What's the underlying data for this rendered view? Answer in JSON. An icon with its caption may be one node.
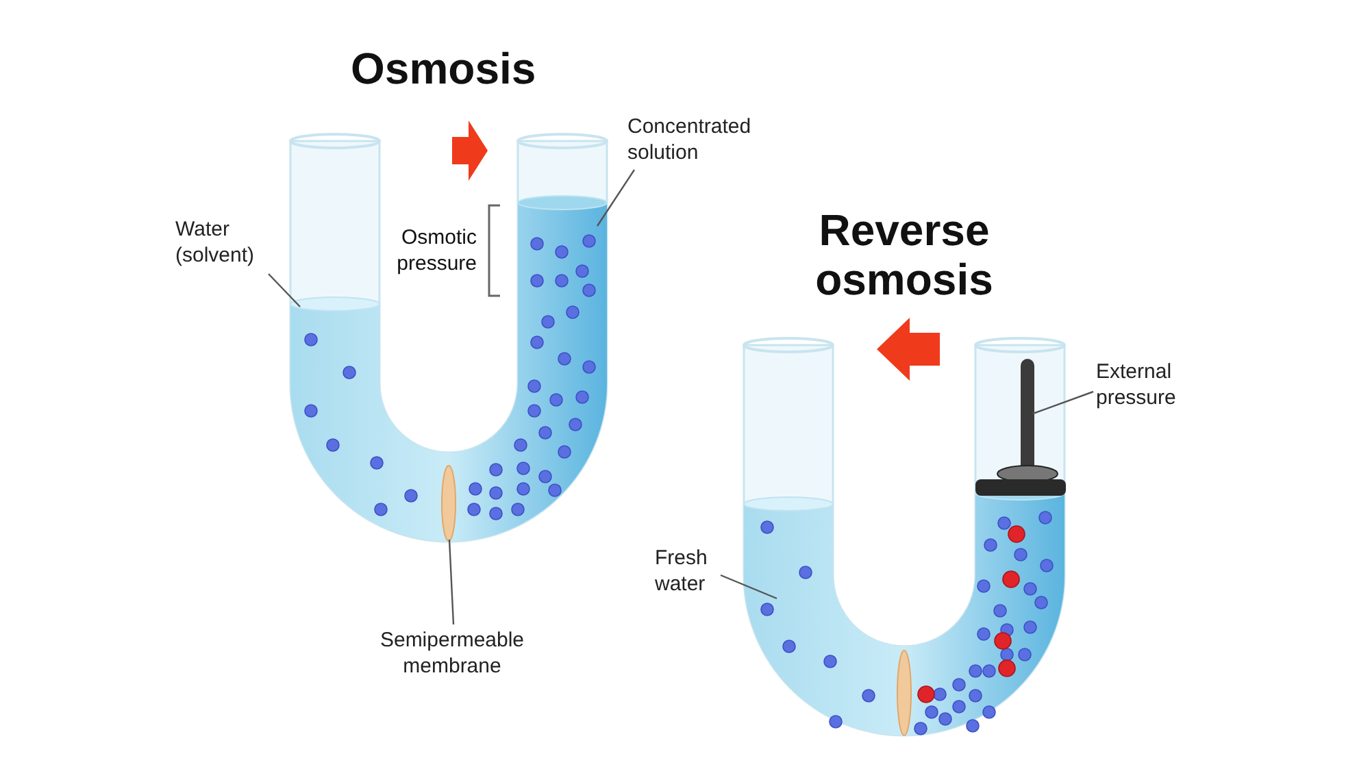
{
  "diagram": {
    "nodes": [
      {
        "text": [
          "Water (solvent)"
        ]
      },
      {
        "text": [
          "Concentrated solution"
        ]
      },
      {
        "text": [
          "Semipermeable membrane"
        ]
      },
      {
        "text": [],
        "shape": "ellipse"
      },
      {
        "text": [
          "Fresh water"
        ]
      },
      {
        "text": [
          "External pressure"
        ]
      },
      {
        "text": [],
        "shape": "picture"
      }
    ],
    "edges": [
      {
        "from": 0,
        "to": null,
        "arrow": "none"
      },
      {
        "from": 1,
        "to": null,
        "arrow": "none"
      },
      {
        "from": 2,
        "to": 3,
        "arrow": "none"
      },
      {
        "from": 4,
        "to": null,
        "arrow": "none"
      },
      {
        "from": 5,
        "to": 6,
        "arrow": "none"
      }
    ],
    "labels": [
      "Osmosis",
      "Osmotic pressure",
      "Reverse osmosis"
    ]
  }
}
